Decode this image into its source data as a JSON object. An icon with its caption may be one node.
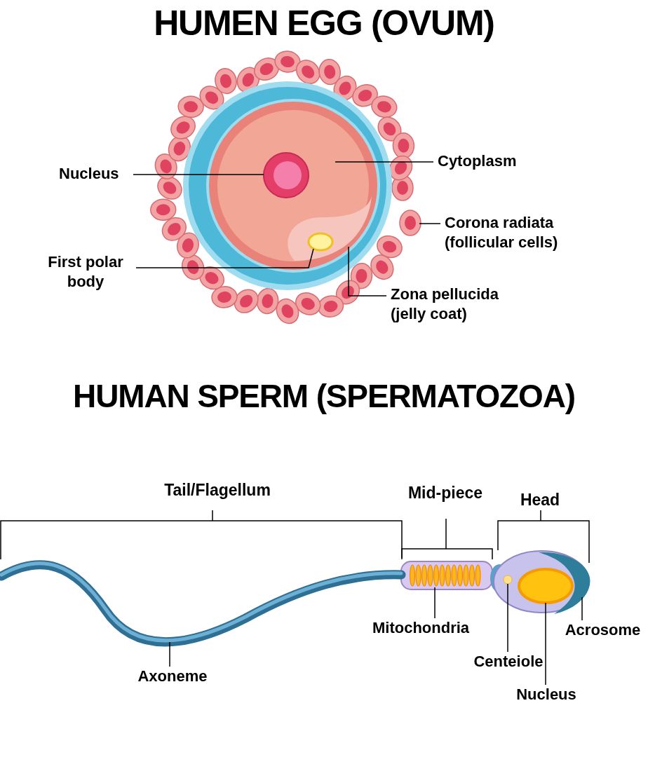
{
  "diagram": {
    "title": "HUMEN EGG (OVUM)",
    "nodes": [
      {
        "text": [
          "Nucleus"
        ]
      },
      {
        "text": [],
        "shape": "circle",
        "in": 3
      },
      {
        "text": [
          "Cytoplasm"
        ]
      },
      {
        "text": [],
        "shape": "circle",
        "in": 9
      },
      {
        "text": [
          "Corona radiata (follicular cells)"
        ]
      },
      {
        "text": [],
        "shape": "circle"
      },
      {
        "text": [
          "First polar body"
        ]
      },
      {
        "text": [],
        "shape": "circle",
        "in": 3
      },
      {
        "text": [
          "Zona pellucida (jelly coat)"
        ]
      },
      {
        "text": [],
        "shape": "circle"
      },
      {
        "text": [
          "Axoneme"
        ]
      },
      {
        "text": [],
        "shape": "picture"
      },
      {
        "text": [
          "Mitochondria"
        ]
      },
      {
        "text": [],
        "shape": "picture"
      },
      {
        "text": [
          "Centeiole"
        ]
      },
      {
        "text": [],
        "shape": "circle"
      },
      {
        "text": [
          "Nucleus"
        ]
      },
      {
        "text": [],
        "shape": "circle"
      },
      {
        "text": [
          "Acrosome"
        ]
      },
      {
        "text": [],
        "shape": "picture"
      }
    ],
    "edges": [
      {
        "from": 0,
        "to": 1,
        "arrow": "none"
      },
      {
        "from": 2,
        "to": 3,
        "arrow": "none"
      },
      {
        "from": 4,
        "to": 5,
        "arrow": "none"
      },
      {
        "from": 6,
        "to": 7,
        "arrow": "none"
      },
      {
        "from": 8,
        "to": 9,
        "arrow": "none"
      },
      {
        "from": 10,
        "to": 11,
        "arrow": "none"
      },
      {
        "from": 12,
        "to": 13,
        "arrow": "none"
      },
      {
        "from": 14,
        "to": 15,
        "arrow": "none"
      },
      {
        "from": 16,
        "to": 17,
        "arrow": "none"
      },
      {
        "from": 18,
        "to": 19,
        "arrow": "none"
      }
    ],
    "labels": [
      "HUMAN SPERM (SPERMATOZOA)",
      "Tail/Flagellum",
      "Mid-piece",
      "Head"
    ]
  }
}
